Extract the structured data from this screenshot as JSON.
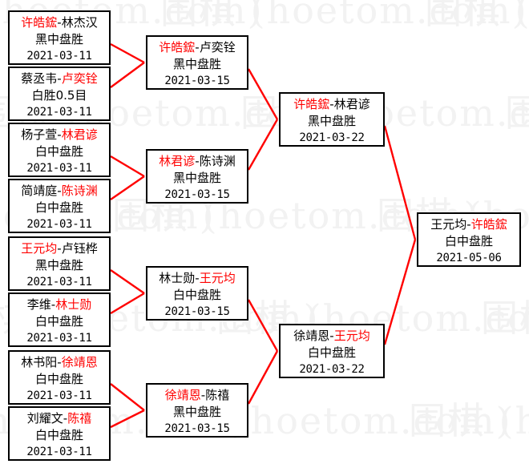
{
  "watermark": {
    "text": "围棋 (hoetom.com)",
    "color": "#f2f2f2"
  },
  "theme": {
    "box_border": "#000000",
    "box_background": "#ffffff",
    "connector_color": "#ff0000",
    "winner_color": "#ff0000",
    "loser_color": "#000000"
  },
  "bracket": {
    "rounds": [
      {
        "name": "round-1",
        "matches": [
          {
            "left": "许皓鋐",
            "right": "林杰汉",
            "winner": "left",
            "result": "黑中盘胜",
            "date": "2021-03-11"
          },
          {
            "left": "蔡丞韦",
            "right": "卢奕铨",
            "winner": "right",
            "result": "白胜0.5目",
            "date": "2021-03-11"
          },
          {
            "left": "杨子萱",
            "right": "林君谚",
            "winner": "right",
            "result": "白中盘胜",
            "date": "2021-03-11"
          },
          {
            "left": "简靖庭",
            "right": "陈诗渊",
            "winner": "right",
            "result": "白中盘胜",
            "date": "2021-03-11"
          },
          {
            "left": "王元均",
            "right": "卢钰桦",
            "winner": "left",
            "result": "黑中盘胜",
            "date": "2021-03-11"
          },
          {
            "left": "李维",
            "right": "林士勋",
            "winner": "right",
            "result": "白中盘胜",
            "date": "2021-03-11"
          },
          {
            "left": "林书阳",
            "right": "徐靖恩",
            "winner": "right",
            "result": "白中盘胜",
            "date": "2021-03-11"
          },
          {
            "left": "刘耀文",
            "right": "陈禧",
            "winner": "right",
            "result": "白中盘胜",
            "date": "2021-03-11"
          }
        ]
      },
      {
        "name": "round-2",
        "matches": [
          {
            "left": "许皓鋐",
            "right": "卢奕铨",
            "winner": "left",
            "result": "黑中盘胜",
            "date": "2021-03-15"
          },
          {
            "left": "林君谚",
            "right": "陈诗渊",
            "winner": "left",
            "result": "黑中盘胜",
            "date": "2021-03-15"
          },
          {
            "left": "林士勋",
            "right": "王元均",
            "winner": "right",
            "result": "白中盘胜",
            "date": "2021-03-15"
          },
          {
            "left": "徐靖恩",
            "right": "陈禧",
            "winner": "left",
            "result": "黑中盘胜",
            "date": "2021-03-15"
          }
        ]
      },
      {
        "name": "semifinal",
        "matches": [
          {
            "left": "许皓鋐",
            "right": "林君谚",
            "winner": "left",
            "result": "黑中盘胜",
            "date": "2021-03-22"
          },
          {
            "left": "徐靖恩",
            "right": "王元均",
            "winner": "right",
            "result": "白中盘胜",
            "date": "2021-03-22"
          }
        ]
      },
      {
        "name": "final",
        "matches": [
          {
            "left": "王元均",
            "right": "许皓鋐",
            "winner": "right",
            "result": "白中盘胜",
            "date": "2021-05-06"
          }
        ]
      }
    ]
  }
}
